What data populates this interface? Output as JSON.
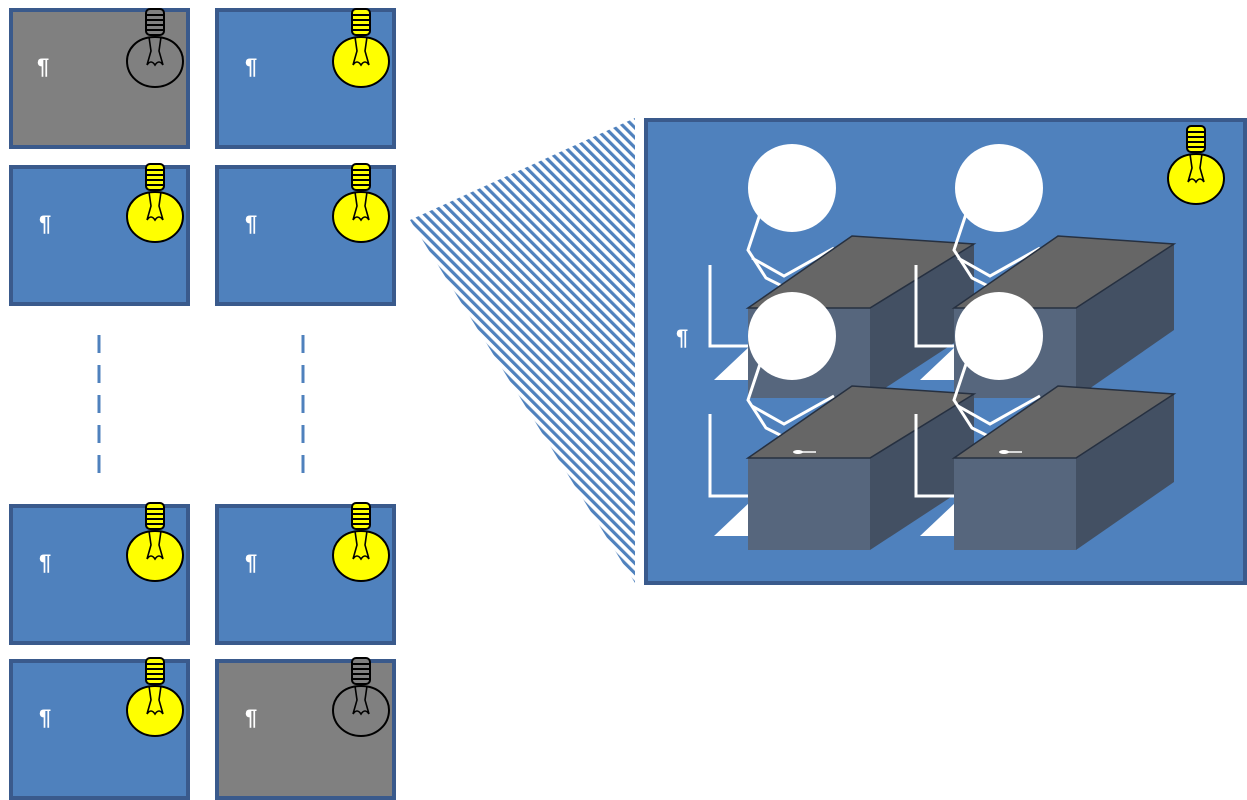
{
  "rooms": [
    {
      "id": "r1",
      "state": "off",
      "mark": "¶"
    },
    {
      "id": "r2",
      "state": "on",
      "mark": "¶"
    },
    {
      "id": "r3",
      "state": "on",
      "mark": "¶"
    },
    {
      "id": "r4",
      "state": "on",
      "mark": "¶"
    },
    {
      "id": "r5",
      "state": "on",
      "mark": "¶"
    },
    {
      "id": "r6",
      "state": "on",
      "mark": "¶"
    },
    {
      "id": "r7",
      "state": "on",
      "mark": "¶"
    },
    {
      "id": "r8",
      "state": "off",
      "mark": "¶"
    }
  ],
  "zoom_room": {
    "state": "on",
    "mark": "¶"
  },
  "colors": {
    "room_on": "#4f81bd",
    "room_off": "#808080",
    "border": "#3a5a8c",
    "bulb_lit": "#ffff00",
    "desk_top": "#666666",
    "desk_front": "#56667d",
    "desk_side": "#435063"
  },
  "icons": [
    "light-bulb-icon",
    "person-icon",
    "desk-icon",
    "chair-icon"
  ]
}
